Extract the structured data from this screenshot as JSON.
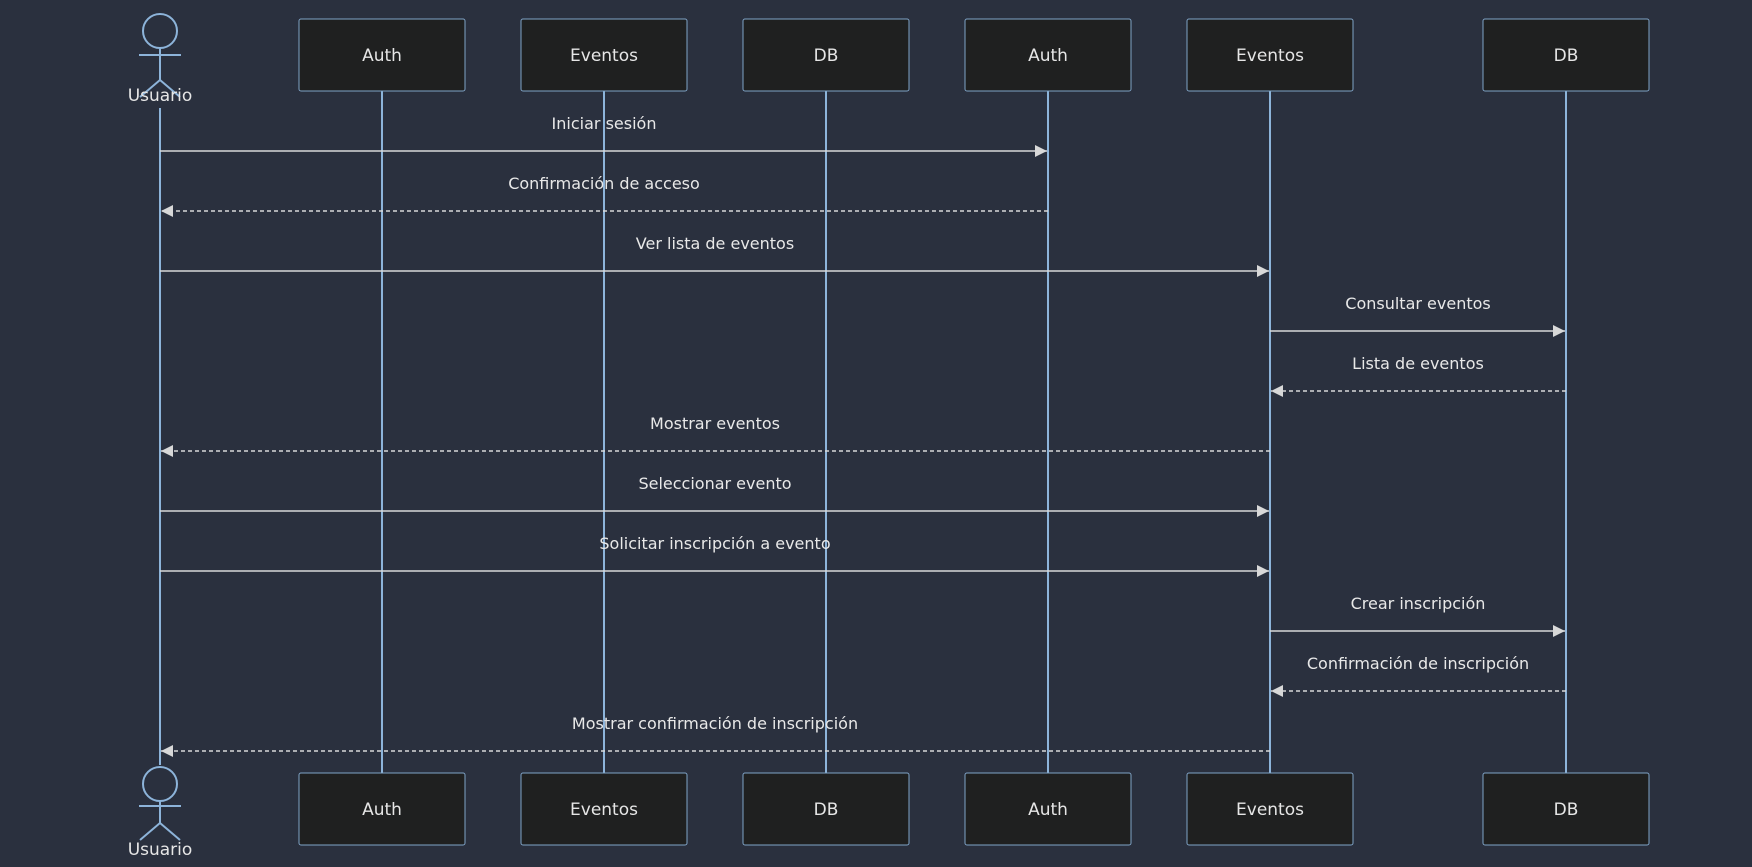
{
  "user_label": "Usuario",
  "participants": [
    "Auth",
    "Eventos",
    "DB",
    "Auth",
    "Eventos",
    "DB"
  ],
  "messages": [
    {
      "text": "Iniciar sesión",
      "from": 0,
      "to": 4,
      "style": "solid"
    },
    {
      "text": "Confirmación de acceso",
      "from": 4,
      "to": 0,
      "style": "dashed"
    },
    {
      "text": "Ver lista de eventos",
      "from": 0,
      "to": 5,
      "style": "solid"
    },
    {
      "text": "Consultar eventos",
      "from": 5,
      "to": 6,
      "style": "solid"
    },
    {
      "text": "Lista de eventos",
      "from": 6,
      "to": 5,
      "style": "dashed"
    },
    {
      "text": "Mostrar eventos",
      "from": 5,
      "to": 0,
      "style": "dashed"
    },
    {
      "text": "Seleccionar evento",
      "from": 0,
      "to": 5,
      "style": "solid"
    },
    {
      "text": "Solicitar inscripción a evento",
      "from": 0,
      "to": 5,
      "style": "solid"
    },
    {
      "text": "Crear inscripción",
      "from": 5,
      "to": 6,
      "style": "solid"
    },
    {
      "text": "Confirmación de inscripción",
      "from": 6,
      "to": 5,
      "style": "dashed"
    },
    {
      "text": "Mostrar confirmación de inscripción",
      "from": 5,
      "to": 0,
      "style": "dashed"
    }
  ],
  "colors": {
    "background": "#2a303e",
    "box_fill": "#1f2020",
    "lifeline": "#8db4da",
    "message": "#d8d8d8"
  }
}
